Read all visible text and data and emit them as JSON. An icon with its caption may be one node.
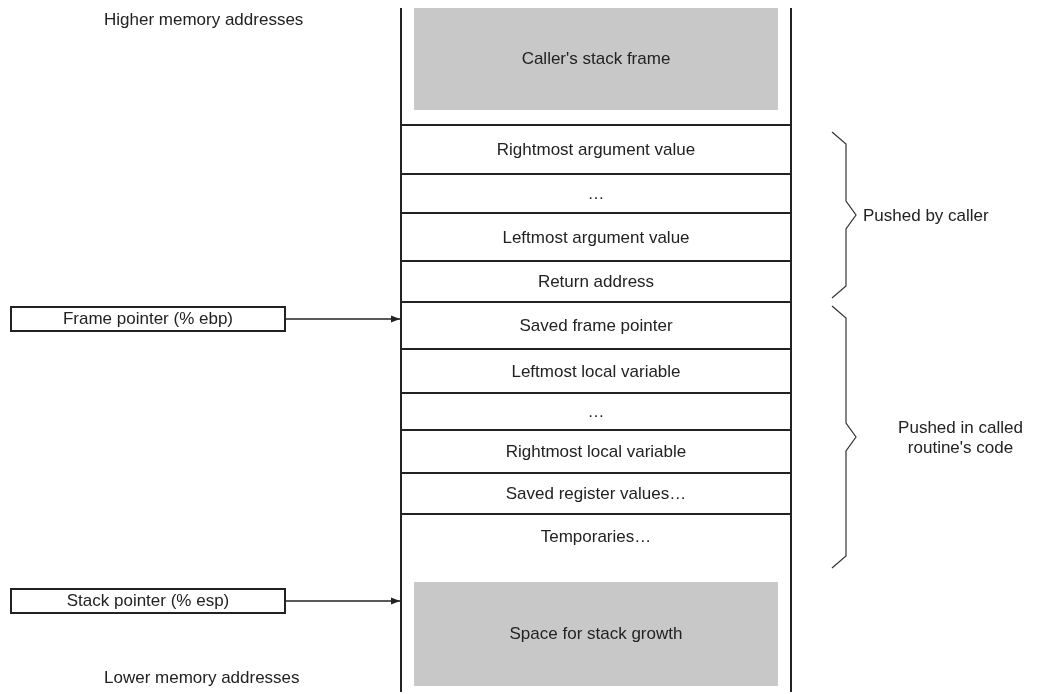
{
  "diagram": {
    "nodes": [
      {
        "text": [
          "Caller's stack frame"
        ]
      },
      {
        "text": [
          "Rightmost argument value"
        ]
      },
      {
        "text": [
          "…"
        ]
      },
      {
        "text": [
          "Leftmost argument value"
        ]
      },
      {
        "text": [
          "Return address"
        ]
      },
      {
        "text": [
          "Saved frame pointer"
        ]
      },
      {
        "text": [
          "Leftmost local variable"
        ]
      },
      {
        "text": [
          "…"
        ]
      },
      {
        "text": [
          "Rightmost local variable"
        ]
      },
      {
        "text": [
          "Saved register values…"
        ]
      },
      {
        "text": [
          "Temporaries…"
        ]
      },
      {
        "text": [
          "Space for stack growth"
        ]
      },
      {
        "text": [
          "Frame pointer (% ebp)"
        ]
      },
      {
        "text": [
          "Stack pointer (% esp)"
        ]
      }
    ],
    "edges": [
      {
        "from": 12,
        "to": 5,
        "arrow": "to"
      },
      {
        "from": 13,
        "to": 11,
        "arrow": "to"
      }
    ],
    "labels": [
      "Higher memory addresses",
      "Pushed by caller",
      "Pushed in called routine's code",
      "Lower memory addresses"
    ]
  }
}
